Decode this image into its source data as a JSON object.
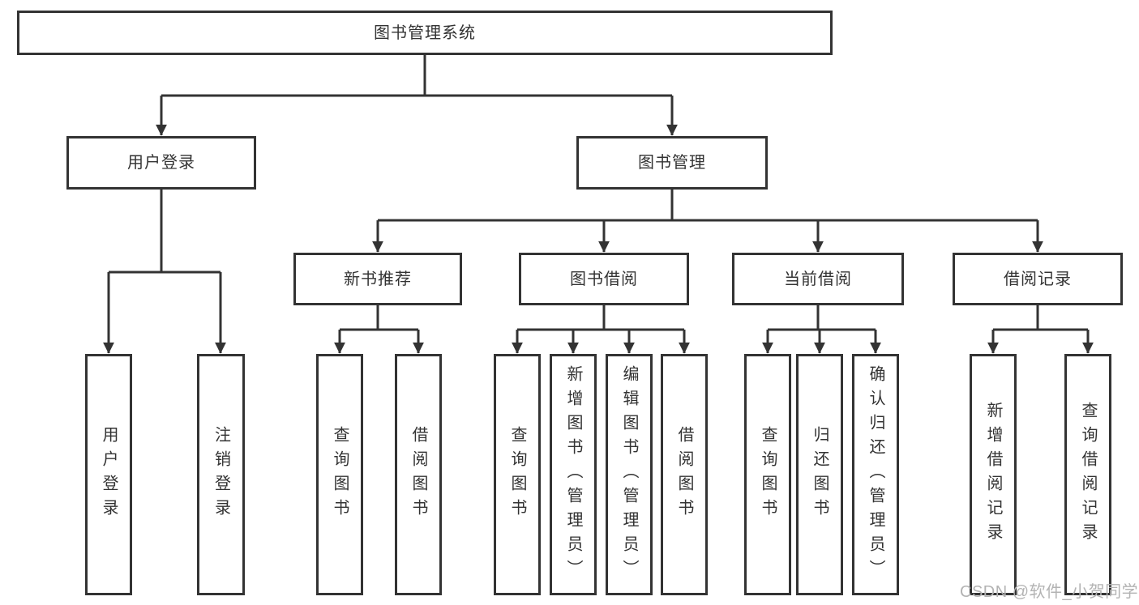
{
  "tree": {
    "root": {
      "label": "图书管理系统",
      "children": [
        {
          "label": "用户登录",
          "children": [
            {
              "label": "用户登录"
            },
            {
              "label": "注销登录"
            }
          ]
        },
        {
          "label": "图书管理",
          "children": [
            {
              "label": "新书推荐",
              "children": [
                {
                  "label": "查询图书"
                },
                {
                  "label": "借阅图书"
                }
              ]
            },
            {
              "label": "图书借阅",
              "children": [
                {
                  "label": "查询图书"
                },
                {
                  "label": "新增图书（管理员）"
                },
                {
                  "label": "编辑图书（管理员）"
                },
                {
                  "label": "借阅图书"
                }
              ]
            },
            {
              "label": "当前借阅",
              "children": [
                {
                  "label": "查询图书"
                },
                {
                  "label": "归还图书"
                },
                {
                  "label": "确认归还（管理员）"
                }
              ]
            },
            {
              "label": "借阅记录",
              "children": [
                {
                  "label": "新增借阅记录"
                },
                {
                  "label": "查询借阅记录"
                }
              ]
            }
          ]
        }
      ]
    }
  },
  "colors": {
    "line": "#333333",
    "box_border": "#333333",
    "background": "#ffffff",
    "watermark": "#b3b3b3"
  },
  "watermark": {
    "text": "CSDN @软件_小贺同学"
  }
}
